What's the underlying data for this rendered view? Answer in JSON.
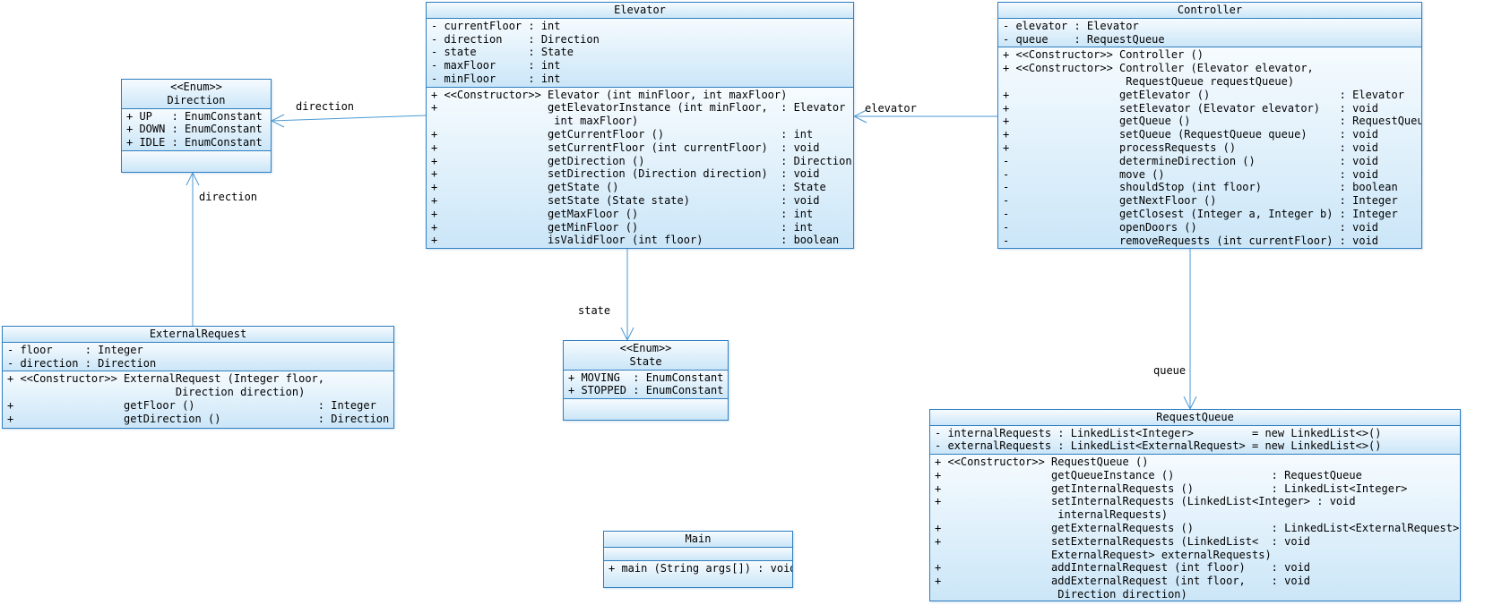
{
  "colors": {
    "box_border": "#2f7ec0",
    "box_fill_top": "#f6fbfe",
    "box_fill_bottom": "#cbe6f8",
    "connector": "#4a9ad6",
    "text": "#000000"
  },
  "classes": {
    "direction": {
      "stereotype": "<<Enum>>",
      "name": "Direction",
      "attributes": [
        "+ UP   : EnumConstant",
        "+ DOWN : EnumConstant",
        "+ IDLE : EnumConstant"
      ],
      "methods": []
    },
    "elevator": {
      "name": "Elevator",
      "attributes": [
        "- currentFloor : int",
        "- direction    : Direction",
        "- state        : State",
        "- maxFloor     : int",
        "- minFloor     : int"
      ],
      "methods": [
        "+ <<Constructor>> Elevator (int minFloor, int maxFloor)",
        "+                 getElevatorInstance (int minFloor,  : Elevator",
        "                   int maxFloor)",
        "+                 getCurrentFloor ()                  : int",
        "+                 setCurrentFloor (int currentFloor)  : void",
        "+                 getDirection ()                     : Direction",
        "+                 setDirection (Direction direction)  : void",
        "+                 getState ()                         : State",
        "+                 setState (State state)              : void",
        "+                 getMaxFloor ()                      : int",
        "+                 getMinFloor ()                      : int",
        "+                 isValidFloor (int floor)            : boolean"
      ]
    },
    "controller": {
      "name": "Controller",
      "attributes": [
        "- elevator : Elevator",
        "- queue    : RequestQueue"
      ],
      "methods": [
        "+ <<Constructor>> Controller ()",
        "+ <<Constructor>> Controller (Elevator elevator,",
        "                   RequestQueue requestQueue)",
        "+                 getElevator ()                    : Elevator",
        "+                 setElevator (Elevator elevator)   : void",
        "+                 getQueue ()                       : RequestQueue",
        "+                 setQueue (RequestQueue queue)     : void",
        "+                 processRequests ()                : void",
        "-                 determineDirection ()             : void",
        "-                 move ()                           : void",
        "-                 shouldStop (int floor)            : boolean",
        "-                 getNextFloor ()                   : Integer",
        "-                 getClosest (Integer a, Integer b) : Integer",
        "-                 openDoors ()                      : void",
        "-                 removeRequests (int currentFloor) : void"
      ]
    },
    "external_request": {
      "name": "ExternalRequest",
      "attributes": [
        "- floor     : Integer",
        "- direction : Direction"
      ],
      "methods": [
        "+ <<Constructor>> ExternalRequest (Integer floor,",
        "                          Direction direction)",
        "+                 getFloor ()                   : Integer",
        "+                 getDirection ()               : Direction"
      ]
    },
    "state": {
      "stereotype": "<<Enum>>",
      "name": "State",
      "attributes": [
        "+ MOVING  : EnumConstant",
        "+ STOPPED : EnumConstant"
      ],
      "methods": []
    },
    "main": {
      "name": "Main",
      "attributes": [],
      "methods": [
        "+ main (String args[]) : void"
      ]
    },
    "request_queue": {
      "name": "RequestQueue",
      "attributes": [
        "- internalRequests : LinkedList<Integer>         = new LinkedList<>()",
        "- externalRequests : LinkedList<ExternalRequest> = new LinkedList<>()"
      ],
      "methods": [
        "+ <<Constructor>> RequestQueue ()",
        "+                 getQueueInstance ()               : RequestQueue",
        "+                 getInternalRequests ()            : LinkedList<Integer>",
        "+                 setInternalRequests (LinkedList<Integer> : void",
        "                   internalRequests)",
        "+                 getExternalRequests ()            : LinkedList<ExternalRequest>",
        "+                 setExternalRequests (LinkedList<  : void",
        "                  ExternalRequest> externalRequests)",
        "+                 addInternalRequest (int floor)    : void",
        "+                 addExternalRequest (int floor,    : void",
        "                   Direction direction)"
      ]
    }
  },
  "edges": {
    "direction_from_elevator": {
      "label": "direction"
    },
    "direction_from_external_request": {
      "label": "direction"
    },
    "state_from_elevator": {
      "label": "state"
    },
    "elevator_from_controller": {
      "label": "elevator"
    },
    "queue_from_controller": {
      "label": "queue"
    }
  }
}
